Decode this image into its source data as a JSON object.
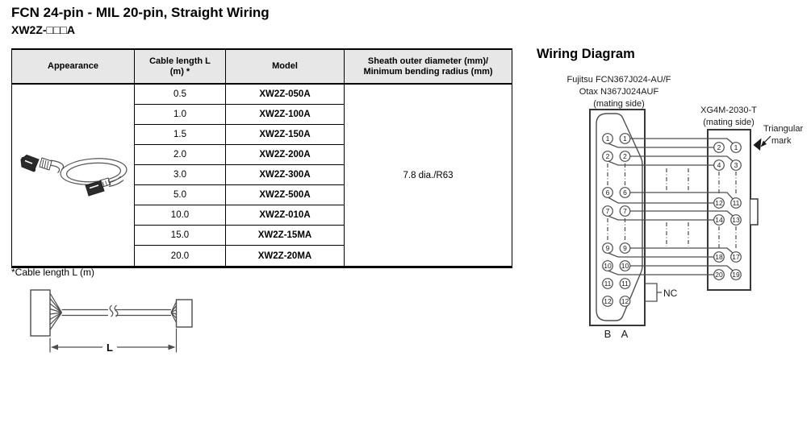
{
  "page": {
    "title": "FCN 24-pin - MIL 20-pin, Straight Wiring",
    "subtitle": "XW2Z-□□□A"
  },
  "table": {
    "headers": [
      "Appearance",
      "Cable length L\n(m) *",
      "Model",
      "Sheath outer diameter (mm)/\nMinimum bending radius (mm)"
    ],
    "rows": [
      {
        "length": "0.5",
        "model": "XW2Z-050A"
      },
      {
        "length": "1.0",
        "model": "XW2Z-100A"
      },
      {
        "length": "1.5",
        "model": "XW2Z-150A"
      },
      {
        "length": "2.0",
        "model": "XW2Z-200A"
      },
      {
        "length": "3.0",
        "model": "XW2Z-300A"
      },
      {
        "length": "5.0",
        "model": "XW2Z-500A"
      },
      {
        "length": "10.0",
        "model": "XW2Z-010A"
      },
      {
        "length": "15.0",
        "model": "XW2Z-15MA"
      },
      {
        "length": "20.0",
        "model": "XW2Z-20MA"
      }
    ],
    "sheath_value": "7.8 dia./R63",
    "appearance_image": "coiled-cable-with-connectors"
  },
  "footnote": {
    "text": "*Cable length L (m)",
    "dimension_label": "L"
  },
  "wiring": {
    "title": "Wiring Diagram",
    "left_connector": {
      "label_lines": [
        "Fujitsu FCN367J024-AU/F",
        "Otax N367J024AUF",
        "(mating side)"
      ],
      "pin_rows": [
        "1",
        "2",
        "6",
        "7",
        "9",
        "10",
        "11",
        "12"
      ],
      "column_labels": [
        "B",
        "A"
      ],
      "nc_label": "NC"
    },
    "right_connector": {
      "label_lines": [
        "XG4M-2030-T",
        "(mating side)"
      ],
      "pin_rows": [
        [
          "2",
          "1"
        ],
        [
          "4",
          "3"
        ],
        [
          "12",
          "11"
        ],
        [
          "14",
          "13"
        ],
        [
          "18",
          "17"
        ],
        [
          "20",
          "19"
        ]
      ],
      "mark_label_lines": [
        "Triangular",
        "mark"
      ]
    }
  },
  "colors": {
    "header_bg": "#e7e7e7",
    "table_line": "#000000",
    "diagram_stroke": "#4d4d4d",
    "connector_fill": "#2b2b2b"
  }
}
